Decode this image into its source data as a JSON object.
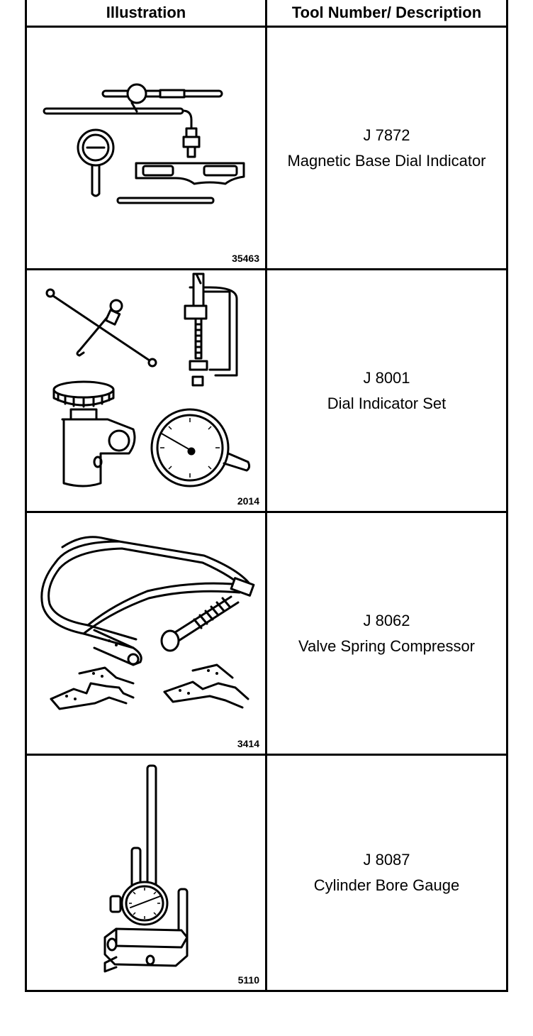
{
  "table": {
    "headers": {
      "illustration": "Illustration",
      "tool": "Tool Number/ Description"
    },
    "rows": [
      {
        "figure": "35463",
        "number": "J 7872",
        "description": "Magnetic Base Dial Indicator"
      },
      {
        "figure": "2014",
        "number": "J 8001",
        "description": "Dial Indicator Set"
      },
      {
        "figure": "3414",
        "number": "J 8062",
        "description": "Valve Spring Compressor"
      },
      {
        "figure": "5110",
        "number": "J 8087",
        "description": "Cylinder Bore Gauge"
      }
    ]
  }
}
